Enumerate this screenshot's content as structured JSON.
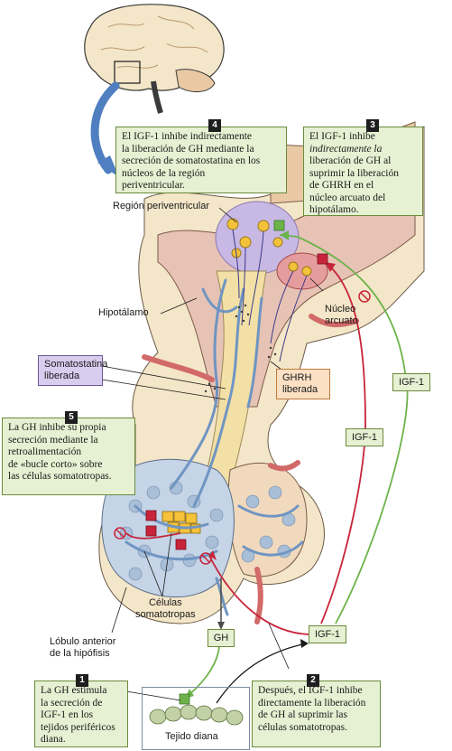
{
  "colors": {
    "bone": "#f4e6c8",
    "bone_dark": "#e8c9a4",
    "tissue_pink": "#e7c3b5",
    "gland": "#c5d4e6",
    "vessel": "#6f95c2",
    "artery": "#d26a6a",
    "purple_region": "#c8b8e4",
    "green_arrow": "#6db34a",
    "red_arrow": "#c7243a",
    "box_green": "#e6f0d2"
  },
  "steps": {
    "s1": {
      "number": "1",
      "lines": [
        "La GH estimula",
        "la secreción de",
        "IGF-1 en los",
        "tejidos periféricos",
        "diana."
      ]
    },
    "s2": {
      "number": "2",
      "lines": [
        "Después, el IGF-1 inhibe",
        "directamente la liberación",
        "de GH al suprimir las",
        "células somatotropas."
      ]
    },
    "s3": {
      "number": "3",
      "lines": [
        "El IGF-1 inhibe",
        "indirectamente la",
        "liberación de GH al",
        "suprimir la liberación",
        "de GHRH en el",
        "núcleo arcuato del",
        "hipotálamo."
      ]
    },
    "s4": {
      "number": "4",
      "lines": [
        "El IGF-1 inhibe indirectamente",
        "la liberación de GH mediante la",
        "secreción de somatostatina en los",
        "núcleos de la región",
        "periventricular."
      ]
    },
    "s5": {
      "number": "5",
      "lines": [
        "La GH inhibe su propia",
        "secreción mediante la",
        "retroalimentación",
        "de «bucle corto» sobre",
        "las células somatotropas."
      ]
    }
  },
  "labels": {
    "region_periventricular": "Región periventricular",
    "hipotalamo": "Hipotálamo",
    "nucleo_arcuato_1": "Núcleo",
    "nucleo_arcuato_2": "arcuato",
    "somatostatina_1": "Somatostatina",
    "somatostatina_2": "liberada",
    "ghrh_1": "GHRH",
    "ghrh_2": "liberada",
    "celulas_1": "Células",
    "celulas_2": "somatotropas",
    "lobulo_1": "Lóbulo anterior",
    "lobulo_2": "de la hipófisis",
    "gh": "GH",
    "igf1_bottom": "IGF-1",
    "igf1_mid": "IGF-1",
    "igf1_right": "IGF-1",
    "tejido_diana": "Tejido diana",
    "plus": "+",
    "minus": "−"
  }
}
